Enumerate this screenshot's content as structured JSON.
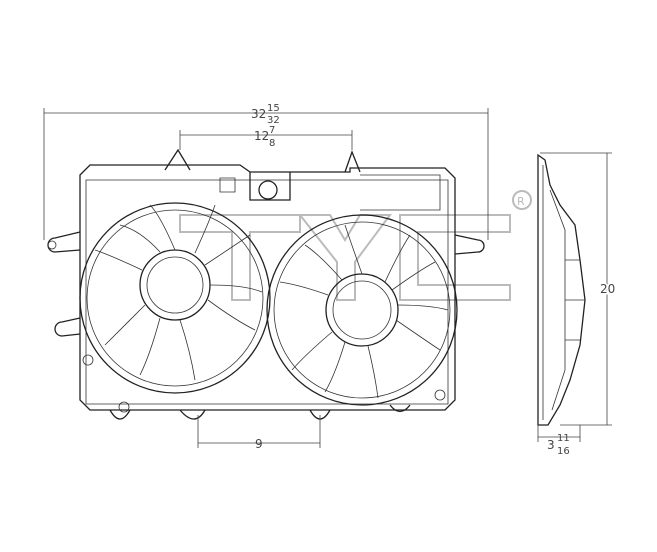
{
  "dimensions": {
    "overall_width": {
      "whole": "32",
      "num": "15",
      "den": "32"
    },
    "mount_spacing": {
      "whole": "12",
      "num": "7",
      "den": "8"
    },
    "bottom_spacing": "9",
    "height": "20",
    "depth": {
      "whole": "3",
      "num": "11",
      "den": "16"
    }
  },
  "watermark": {
    "logo_text": "TYC",
    "registered_mark": "R"
  },
  "colors": {
    "line": "#222222",
    "dimension": "#444444",
    "watermark": "#bbbbbb"
  }
}
